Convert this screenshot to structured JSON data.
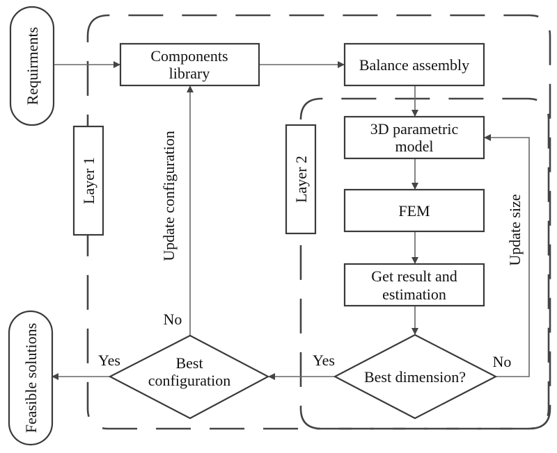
{
  "diagram": {
    "terminals": {
      "start": "Requirments",
      "end": "Feasible solutions"
    },
    "layers": {
      "layer1": "Layer 1",
      "layer2": "Layer 2"
    },
    "processes": {
      "components_library_line1": "Components",
      "components_library_line2": "library",
      "balance_assembly": "Balance assembly",
      "parametric_line1": "3D parametric",
      "parametric_line2": "model",
      "fem": "FEM",
      "result_line1": "Get result and",
      "result_line2": "estimation"
    },
    "decisions": {
      "best_dimension": "Best dimension?",
      "best_config_line1": "Best",
      "best_config_line2": "configuration"
    },
    "edge_labels": {
      "update_configuration": "Update configuration",
      "update_size": "Update size",
      "dimension_yes": "Yes",
      "dimension_no": "No",
      "config_yes": "Yes",
      "config_no": "No"
    }
  }
}
